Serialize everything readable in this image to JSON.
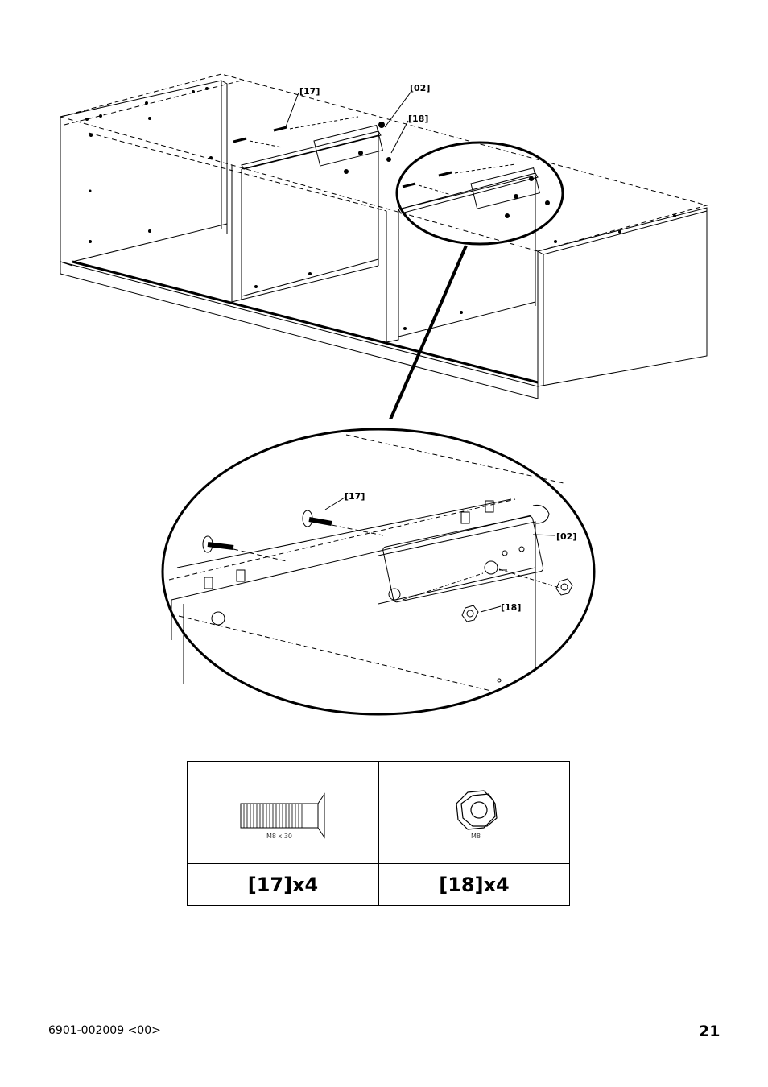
{
  "callouts": {
    "overview_17": "[17]",
    "overview_02": "[02]",
    "overview_18": "[18]",
    "detail_17": "[17]",
    "detail_02": "[02]",
    "detail_18": "[18]"
  },
  "parts": [
    {
      "size": "M8 x 30",
      "quantity": "[17]x4",
      "icon": "countersunk-bolt-icon"
    },
    {
      "size": "M8",
      "quantity": "[18]x4",
      "icon": "hex-nut-icon"
    }
  ],
  "footer": {
    "doc_code": "6901-002009 <00>",
    "page_number": "21"
  }
}
